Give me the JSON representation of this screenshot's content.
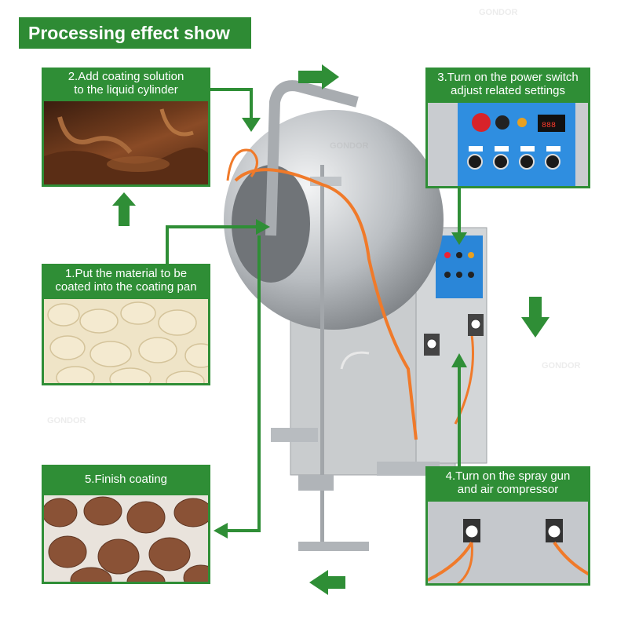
{
  "title": "Processing effect show",
  "steps": {
    "step1": {
      "line1": "1.Put the material to be",
      "line2": "coated into the coating pan"
    },
    "step2": {
      "line1": "2.Add coating solution",
      "line2": "to the liquid cylinder"
    },
    "step3": {
      "line1": "3.Turn on the power switch",
      "line2": "adjust related settings"
    },
    "step4": {
      "line1": "4.Turn on the spray gun",
      "line2": "and air compressor"
    },
    "step5": {
      "line1": "5.Finish coating"
    }
  },
  "watermark": "GONDOR",
  "colors": {
    "accent": "#2f8e36",
    "orange_hose": "#f07a2a",
    "steel": "#b8bcc0",
    "control_panel": "#2a86d8"
  }
}
